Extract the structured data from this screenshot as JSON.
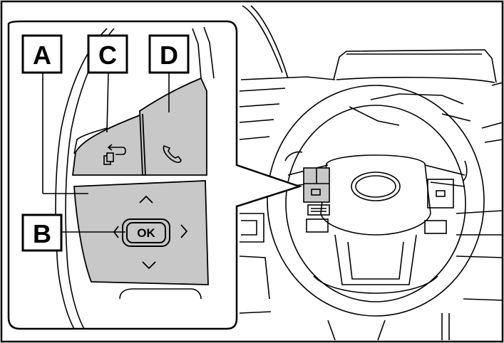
{
  "callouts": {
    "a": "A",
    "b": "B",
    "c": "C",
    "d": "D"
  },
  "switch": {
    "ok_label": "OK"
  },
  "icons": {
    "source": "source-switch-icon",
    "phone": "phone-icon",
    "up": "chevron-up-icon",
    "down": "chevron-down-icon",
    "left": "chevron-left-icon",
    "right": "chevron-right-icon"
  },
  "colors": {
    "button_fill": "#c8c8c8",
    "line": "#000000",
    "background": "#ffffff"
  }
}
